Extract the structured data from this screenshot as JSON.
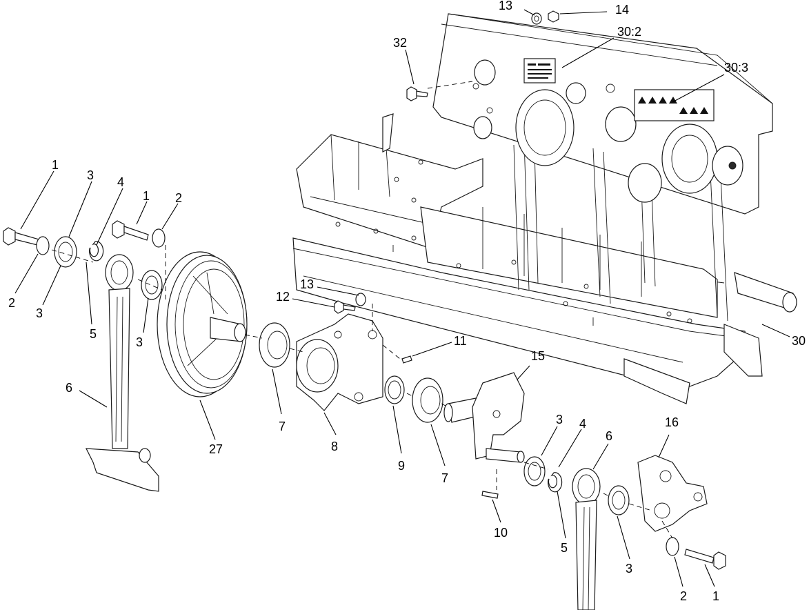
{
  "callouts": [
    {
      "id": "c13-top",
      "text": "13"
    },
    {
      "id": "c14",
      "text": "14"
    },
    {
      "id": "c30-2",
      "text": "30:2"
    },
    {
      "id": "c32",
      "text": "32"
    },
    {
      "id": "c30-3",
      "text": "30:3"
    },
    {
      "id": "c1-a",
      "text": "1"
    },
    {
      "id": "c3-a",
      "text": "3"
    },
    {
      "id": "c4-a",
      "text": "4"
    },
    {
      "id": "c1-b",
      "text": "1"
    },
    {
      "id": "c2-b",
      "text": "2"
    },
    {
      "id": "c2-a",
      "text": "2"
    },
    {
      "id": "c3-b",
      "text": "3"
    },
    {
      "id": "c5-a",
      "text": "5"
    },
    {
      "id": "c3-c",
      "text": "3"
    },
    {
      "id": "c6-a",
      "text": "6"
    },
    {
      "id": "c27",
      "text": "27"
    },
    {
      "id": "c13-mid",
      "text": "13"
    },
    {
      "id": "c12",
      "text": "12"
    },
    {
      "id": "c11",
      "text": "11"
    },
    {
      "id": "c7-a",
      "text": "7"
    },
    {
      "id": "c8",
      "text": "8"
    },
    {
      "id": "c9",
      "text": "9"
    },
    {
      "id": "c7-b",
      "text": "7"
    },
    {
      "id": "c15",
      "text": "15"
    },
    {
      "id": "c3-d",
      "text": "3"
    },
    {
      "id": "c4-b",
      "text": "4"
    },
    {
      "id": "c6-b",
      "text": "6"
    },
    {
      "id": "c16",
      "text": "16"
    },
    {
      "id": "c10",
      "text": "10"
    },
    {
      "id": "c5-b",
      "text": "5"
    },
    {
      "id": "c3-e",
      "text": "3"
    },
    {
      "id": "c2-c",
      "text": "2"
    },
    {
      "id": "c1-c",
      "text": "1"
    },
    {
      "id": "c30",
      "text": "30"
    }
  ]
}
